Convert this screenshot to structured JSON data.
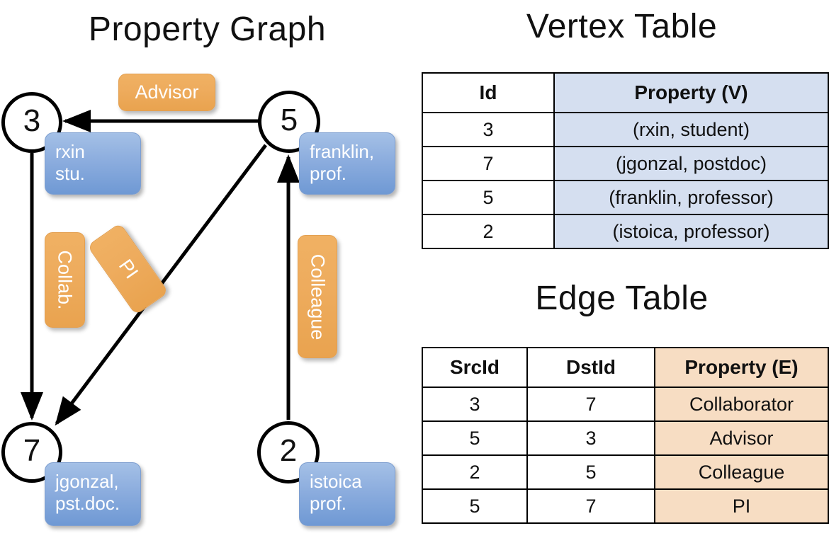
{
  "titles": {
    "graph": "Property Graph",
    "vertex_table": "Vertex Table",
    "edge_table": "Edge Table"
  },
  "graph": {
    "nodes": [
      {
        "id": "3",
        "property_line1": "rxin",
        "property_line2": "stu."
      },
      {
        "id": "5",
        "property_line1": "franklin,",
        "property_line2": "prof."
      },
      {
        "id": "7",
        "property_line1": "jgonzal,",
        "property_line2": "pst.doc."
      },
      {
        "id": "2",
        "property_line1": "istoica",
        "property_line2": "prof."
      }
    ],
    "edge_labels": [
      {
        "name": "advisor",
        "text": "Advisor"
      },
      {
        "name": "collab",
        "text": "Collab."
      },
      {
        "name": "pi",
        "text": "PI"
      },
      {
        "name": "colleague",
        "text": "Colleague"
      }
    ]
  },
  "vertex_table": {
    "headers": [
      "Id",
      "Property (V)"
    ],
    "rows": [
      {
        "id": "3",
        "property": "(rxin, student)"
      },
      {
        "id": "7",
        "property": "(jgonzal, postdoc)"
      },
      {
        "id": "5",
        "property": "(franklin, professor)"
      },
      {
        "id": "2",
        "property": "(istoica, professor)"
      }
    ]
  },
  "edge_table": {
    "headers": [
      "SrcId",
      "DstId",
      "Property (E)"
    ],
    "rows": [
      {
        "src": "3",
        "dst": "7",
        "property": "Collaborator"
      },
      {
        "src": "5",
        "dst": "3",
        "property": "Advisor"
      },
      {
        "src": "2",
        "dst": "5",
        "property": "Colleague"
      },
      {
        "src": "5",
        "dst": "7",
        "property": "PI"
      }
    ]
  },
  "colors": {
    "vertex_fill": "#d5dff0",
    "edge_fill": "#f7ddc3",
    "node_box_blue": "#8cadde",
    "edge_label_orange": "#eeac5e",
    "stroke": "#000000",
    "background": "#ffffff"
  }
}
